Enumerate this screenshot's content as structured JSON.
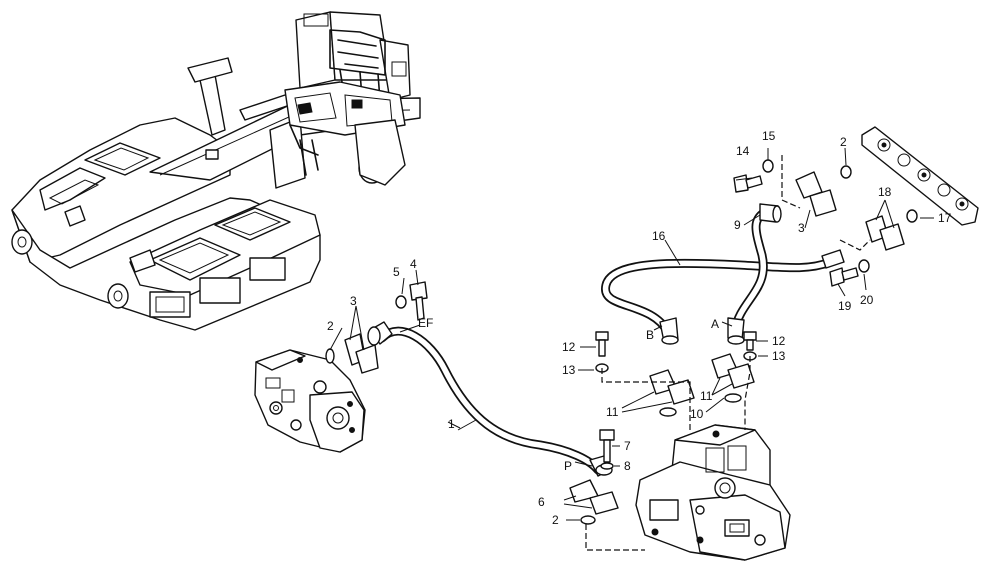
{
  "diagram": {
    "callouts": {
      "c1": "1",
      "c2a": "2",
      "c2b": "2",
      "c2c": "2",
      "c3a": "3",
      "c3b": "3",
      "c4": "4",
      "c5": "5",
      "c6": "6",
      "c7": "7",
      "c8": "8",
      "c9": "9",
      "c10": "10",
      "c11a": "11",
      "c11b": "11",
      "c12a": "12",
      "c12b": "12",
      "c13a": "13",
      "c13b": "13",
      "c14": "14",
      "c15": "15",
      "c16": "16",
      "c17": "17",
      "c18": "18",
      "c19": "19",
      "c20": "20"
    },
    "port_labels": {
      "ef": "EF",
      "p": "P",
      "a": "A",
      "b": "B"
    }
  }
}
